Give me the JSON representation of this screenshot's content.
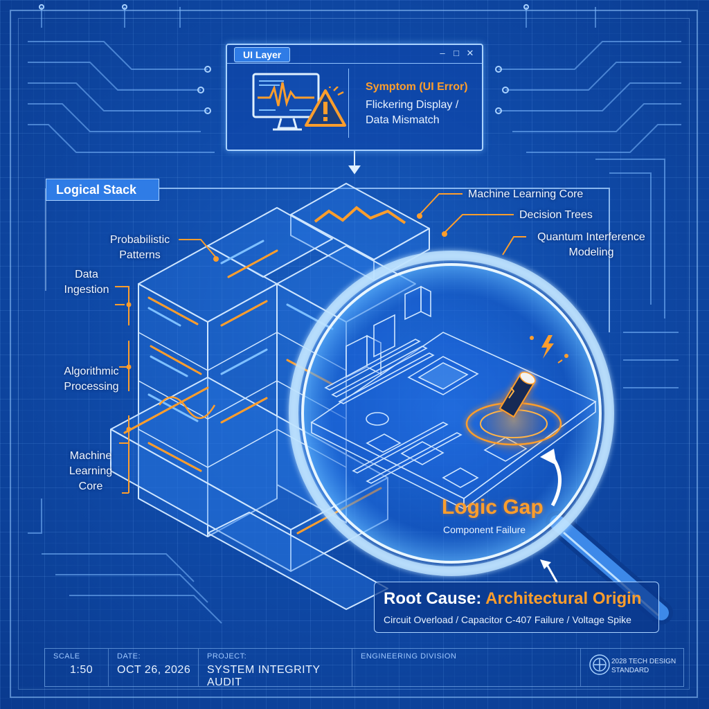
{
  "ui_layer": {
    "title": "UI Layer",
    "symptom_title": "Symptom (UI Error)",
    "symptom_line1": "Flickering Display /",
    "symptom_line2": "Data Mismatch"
  },
  "logical_stack": {
    "tab_label": "Logical Stack",
    "left_labels": {
      "probabilistic_1": "Probabilistic",
      "probabilistic_2": "Patterns",
      "data_1": "Data",
      "data_2": "Ingestion",
      "algorithmic_1": "Algorithmic",
      "algorithmic_2": "Processing",
      "ml_1": "Machine",
      "ml_2": "Learning",
      "ml_3": "Core"
    },
    "right_labels": {
      "ml_core": "Machine Learning Core",
      "decision_trees": "Decision Trees",
      "quantum_1": "Quantum Interference",
      "quantum_2": "Modeling"
    }
  },
  "logic_gap": {
    "title": "Logic Gap",
    "subtitle": "Component Failure"
  },
  "root_cause": {
    "prefix": "Root Cause: ",
    "highlight": "Architectural Origin",
    "details": "Circuit Overload / Capacitor C-407 Failure / Voltage Spike"
  },
  "title_block": {
    "scale_label": "SCALE",
    "scale_value": "1:50",
    "date_label": "DATE:",
    "date_value": "OCT 26, 2026",
    "project_label": "PROJECT:",
    "project_value": "SYSTEM INTEGRITY AUDIT",
    "division_label": "ENGINEERING DIVISION",
    "standard_line1": "2028 TECH DESIGN",
    "standard_line2": "STANDARD"
  },
  "colors": {
    "background": "#0f4aa8",
    "line": "#a9d2ff",
    "accent_orange": "#ff9e2c",
    "tab_blue": "#2f7ce6"
  },
  "icons": [
    "monitor-waveform-icon",
    "warning-triangle-icon",
    "magnifying-glass-icon",
    "capacitor-icon",
    "lightning-icon",
    "arrow-icon",
    "seal-icon"
  ]
}
